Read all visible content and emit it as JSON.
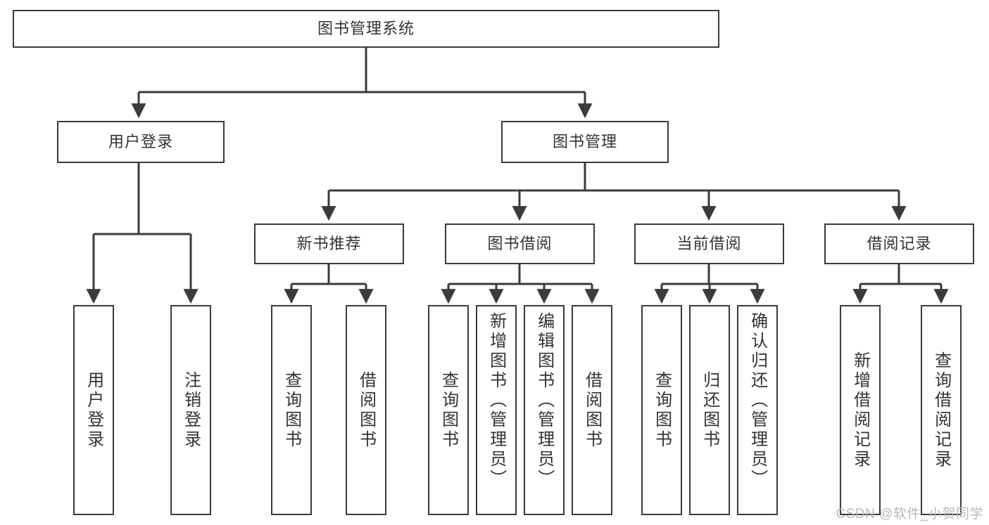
{
  "diagram": {
    "type": "tree-hierarchy-chart",
    "title": "图书管理系统",
    "watermark": "CSDN @软件_小贺同学",
    "colors": {
      "box_border": "#3b3b3b",
      "box_fill": "#ffffff",
      "text": "#333333",
      "edge": "#3b3b3b",
      "watermark": "#b9b9b9",
      "background": "#ffffff"
    },
    "root": {
      "label": "图书管理系统"
    },
    "level2": [
      {
        "label": "用户登录"
      },
      {
        "label": "图书管理"
      }
    ],
    "level3": [
      {
        "label": "新书推荐"
      },
      {
        "label": "图书借阅"
      },
      {
        "label": "当前借阅"
      },
      {
        "label": "借阅记录"
      }
    ],
    "leaves": {
      "user_login": [
        {
          "label": "用户登录"
        },
        {
          "label": "注销登录"
        }
      ],
      "new_book_recommend": [
        {
          "label": "查询图书"
        },
        {
          "label": "借阅图书"
        }
      ],
      "book_borrow": [
        {
          "label": "查询图书"
        },
        {
          "label": "新增图书（管理员）"
        },
        {
          "label": "编辑图书（管理员）"
        },
        {
          "label": "借阅图书"
        }
      ],
      "current_borrow": [
        {
          "label": "查询图书"
        },
        {
          "label": "归还图书"
        },
        {
          "label": "确认归还（管理员）"
        }
      ],
      "borrow_records": [
        {
          "label": "新增借阅记录"
        },
        {
          "label": "查询借阅记录"
        }
      ]
    }
  }
}
